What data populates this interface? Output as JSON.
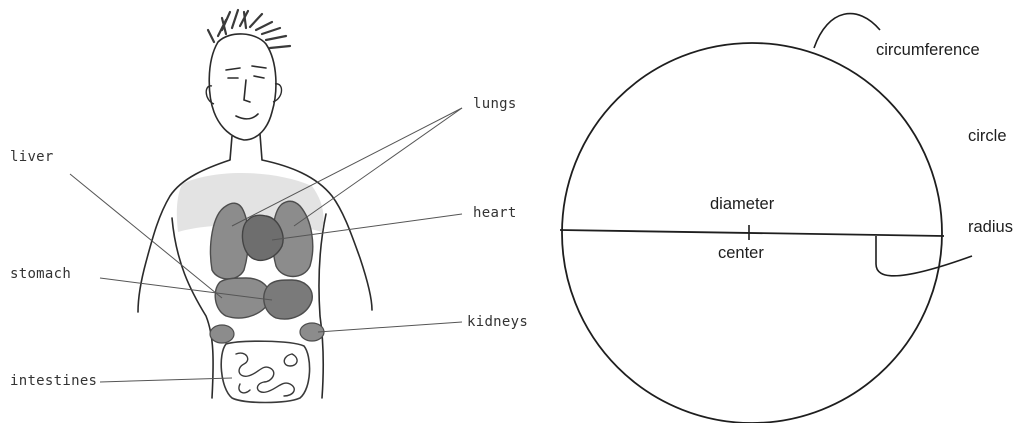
{
  "anatomy_figure": {
    "labels": {
      "liver": "liver",
      "stomach": "stomach",
      "intestines": "intestines",
      "lungs": "lungs",
      "heart": "heart",
      "kidneys": "kidneys"
    }
  },
  "circle_figure": {
    "labels": {
      "circumference": "circumference",
      "circle": "circle",
      "diameter": "diameter",
      "center": "center",
      "radius": "radius"
    }
  },
  "colors": {
    "ink": "#2b2b2b",
    "skin_shade": "#d9d9d9",
    "organ_fill": "#8c8c8c",
    "organ_dark": "#6e6e6e"
  }
}
